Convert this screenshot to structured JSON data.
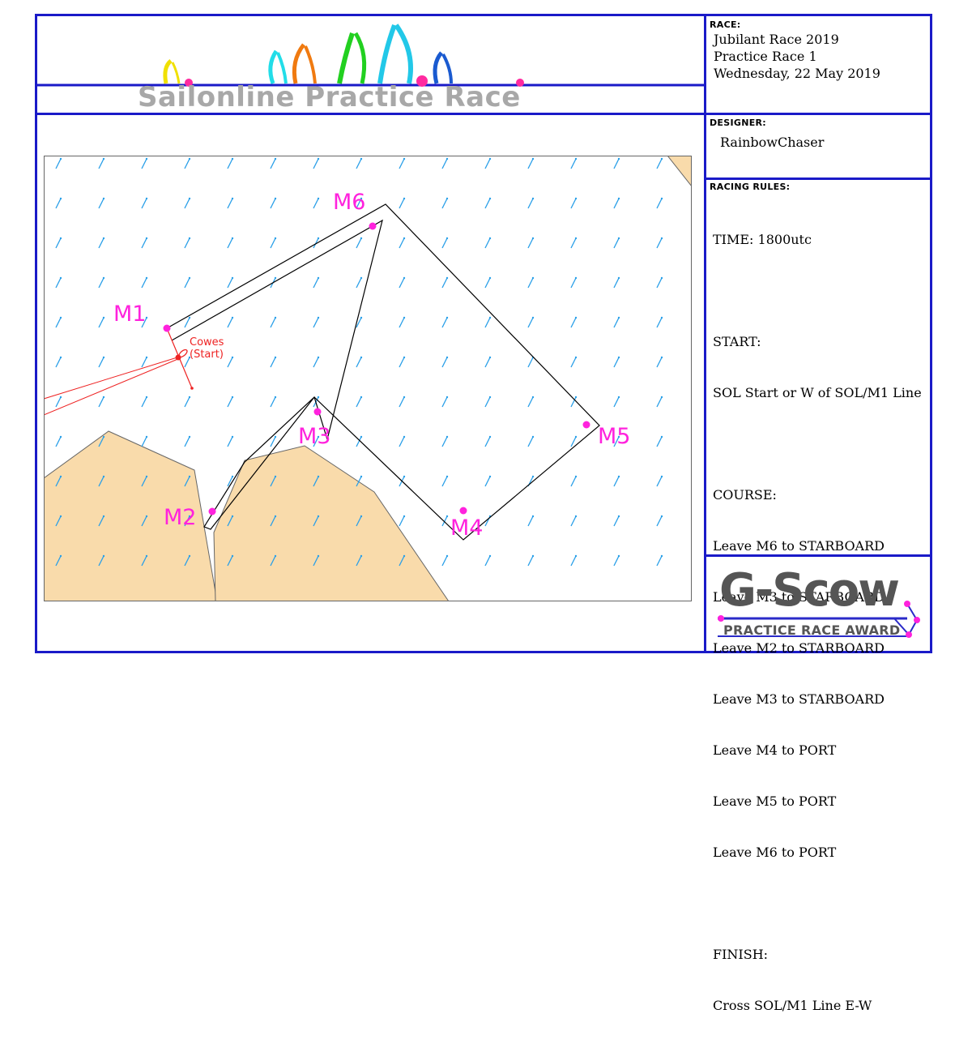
{
  "banner": {
    "title": "Sailonline Practice Race",
    "accent_line_color": "#1a1ac8",
    "sail_colors": [
      "#f0e000",
      "#22dde8",
      "#f07a10",
      "#22d020",
      "#22c8e8",
      "#1a5ad0"
    ],
    "dot_color": "#ff2aa0"
  },
  "race": {
    "label": "RACE:",
    "line1": "Jubilant Race 2019",
    "line2": "Practice Race 1",
    "line3": "Wednesday, 22 May 2019"
  },
  "designer": {
    "label": "DESIGNER:",
    "name": "RainbowChaser"
  },
  "rules": {
    "label": "RACING RULES:",
    "time": "TIME: 1800utc",
    "start_heading": "START:",
    "start": "SOL Start or W of SOL/M1 Line",
    "course_heading": "COURSE:",
    "course": [
      "Leave M6 to STARBOARD",
      "Leave M3 to STARBOARD",
      "Leave M2 to STARBOARD",
      "Leave M3 to STARBOARD",
      "Leave M4 to PORT",
      "Leave M5 to PORT",
      "Leave M6 to PORT"
    ],
    "finish_heading": "FINISH:",
    "finish": "Cross SOL/M1 Line E-W"
  },
  "map": {
    "land_color": "#f9dbab",
    "wind_arrow_color": "#2aa0e8",
    "mark_color": "#ff22dd",
    "start_color": "#ee2222",
    "start_label_1": "Cowes",
    "start_label_2": "(Start)",
    "marks": {
      "m1": "M1",
      "m2": "M2",
      "m3": "M3",
      "m4": "M4",
      "m5": "M5",
      "m6": "M6"
    }
  },
  "award": {
    "title": "G-Scow",
    "subtitle": "PRACTICE RACE AWARD",
    "title_color": "#555555",
    "accent": "#ff22dd"
  },
  "colors": {
    "frame": "#1a1ac8"
  }
}
